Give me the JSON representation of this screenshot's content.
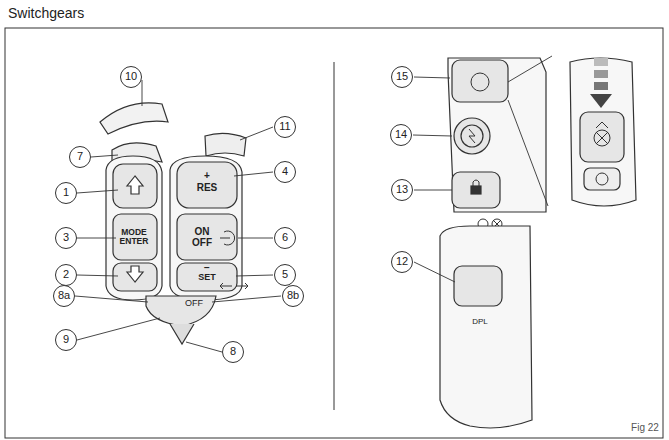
{
  "diagram": {
    "title": "Switchgears",
    "caption": "Fig 22",
    "labels": [
      "10",
      "11",
      "7",
      "4",
      "+",
      "RES",
      "1",
      "3",
      "MODE ENTER",
      "6",
      "ON OFF",
      "SET",
      "−",
      "2",
      "5",
      "8a",
      "8b",
      "OFF",
      "9",
      "8",
      "15",
      "14",
      "13",
      "12",
      "DPL"
    ]
  }
}
